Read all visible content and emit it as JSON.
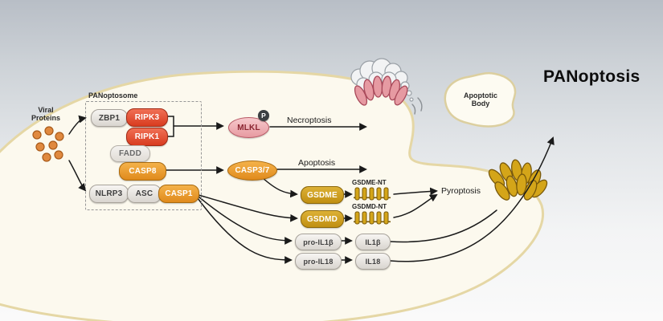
{
  "title": "PANoptosis",
  "labels": {
    "viral_proteins": "Viral Proteins",
    "panoptosome": "PANoptosome",
    "necroptosis": "Necroptosis",
    "apoptosis": "Apoptosis",
    "pyroptosis": "Pyroptosis",
    "gsdme_nt": "GSDME-NT",
    "gsdmd_nt": "GSDMD-NT",
    "apoptotic_body": "Apoptotic Body",
    "phospho": "P"
  },
  "nodes": {
    "zbp1": "ZBP1",
    "ripk3": "RIPK3",
    "ripk1": "RIPK1",
    "fadd": "FADD",
    "casp8": "CASP8",
    "nlrp3": "NLRP3",
    "asc": "ASC",
    "casp1": "CASP1",
    "mlkl": "MLKL",
    "casp37": "CASP3/7",
    "gsdme": "GSDME",
    "gsdmd": "GSDMD",
    "pro_il1b": "pro-IL1β",
    "il1b": "IL1β",
    "pro_il18": "pro-IL18",
    "il18": "IL18"
  },
  "colors": {
    "kinase_red": "#d83b1f",
    "caspase_orange": "#e08a1c",
    "gasdermin_gold": "#c79a15",
    "mlkl_pink": "#e79aa1",
    "membrane": "#e5d7a5",
    "virus_orange": "#e0893f",
    "arrow_black": "#1a1a1a"
  }
}
